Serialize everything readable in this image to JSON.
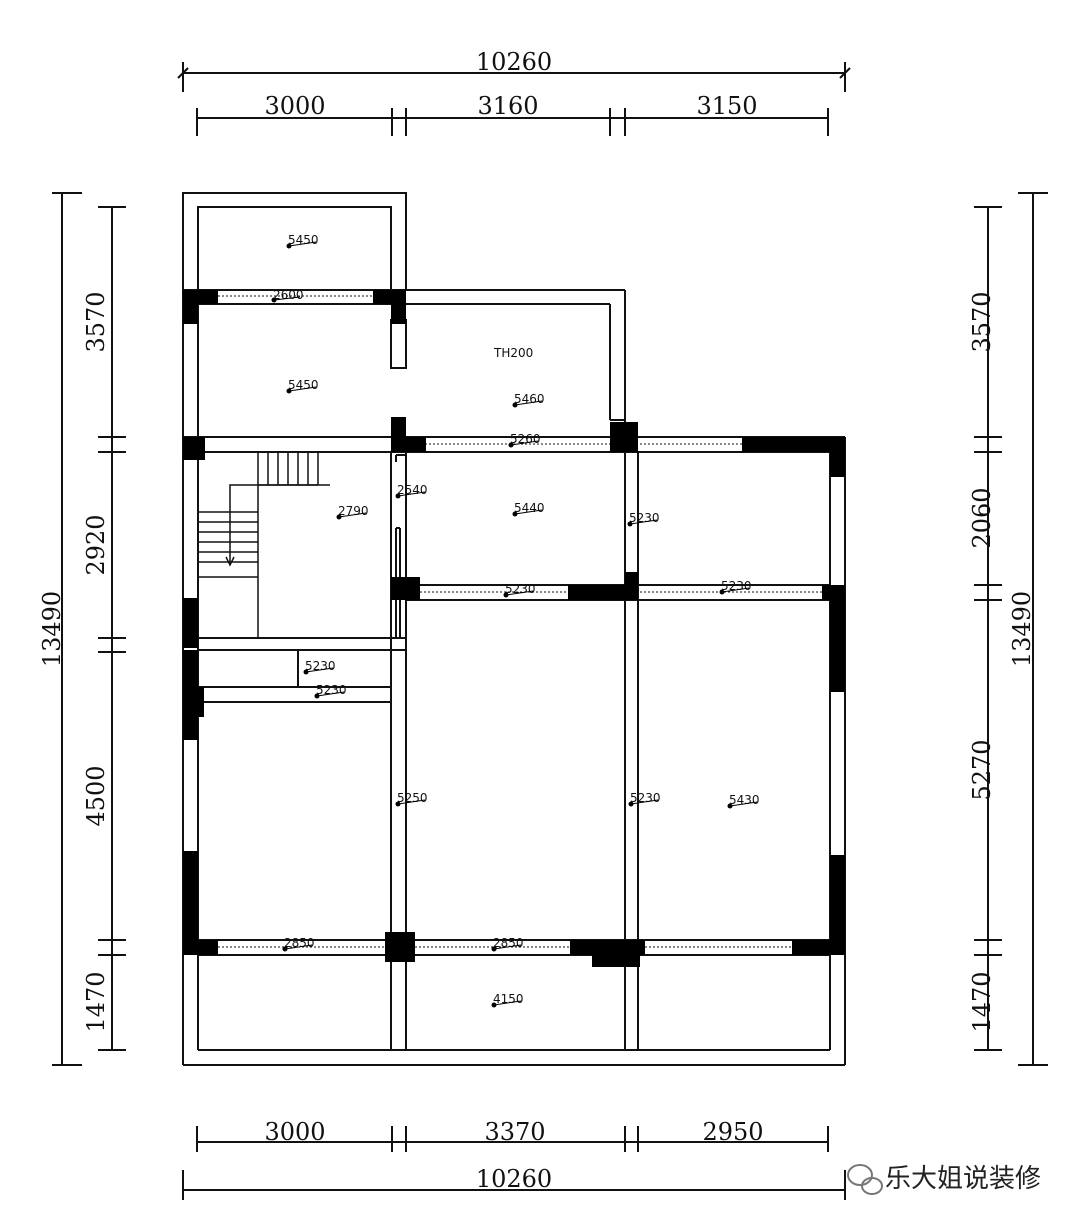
{
  "dimensions": {
    "top_total": "10260",
    "top_segments": [
      "3000",
      "3160",
      "3150"
    ],
    "bottom_total": "10260",
    "bottom_segments": [
      "3000",
      "3370",
      "2950"
    ],
    "left_total": "13490",
    "left_segments": [
      "3570",
      "2920",
      "4500",
      "1470"
    ],
    "right_total": "13490",
    "right_segments": [
      "3570",
      "2060",
      "5270",
      "1470"
    ]
  },
  "elevations": [
    "5450",
    "2600",
    "5450",
    "TH200",
    "5460",
    "5260",
    "2540",
    "2790",
    "5440",
    "5230",
    "5230",
    "5230",
    "5230",
    "5230",
    "5250",
    "5230",
    "5430",
    "2850",
    "2850",
    "4150"
  ],
  "watermark": {
    "text": "乐大姐说装修",
    "icon": "wechat-icon"
  }
}
